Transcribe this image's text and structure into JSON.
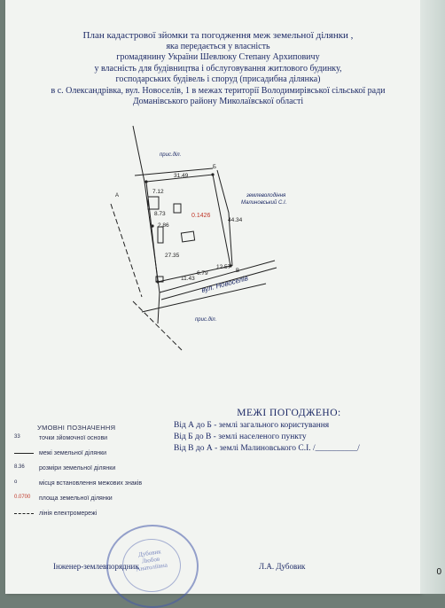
{
  "title_lines": [
    "План кадастрової зйомки та погодження меж земельної ділянки ,",
    "яка передається у власність",
    "громадянину України Шевлюку Степану Архиповичу",
    "у власність для будівництва і обслуговування житлового будинку,",
    "господарських будівель і споруд (присадибна ділянка)",
    "в с. Олександрівка, вул. Новоселів, 1 в межах території Володимирівської сільської ради",
    "Доманівського району Миколаївської області"
  ],
  "plan": {
    "top_neighbor": "прис.діл.",
    "right_neighbor_1": "землеволодіння",
    "right_neighbor_2": "Малиновський С.І.",
    "street": "вул. Новоселів",
    "bottom_neighbor": "прис.діл.",
    "area": "0.1426",
    "dims": [
      "31.49",
      "7.12",
      "8.73",
      "2.86",
      "27.35",
      "44.34",
      "11.43",
      "6.79",
      "12.57"
    ],
    "corners": [
      "А",
      "Б",
      "В"
    ]
  },
  "agreement": {
    "heading": "МЕЖІ ПОГОДЖЕНО:",
    "rows": [
      "Від А до Б - землі загального користування",
      "Від Б до В - землі населеного пункту",
      "Від В до А - землі Малиновського С.І.  /__________/"
    ]
  },
  "legend": {
    "heading": "УМОВНІ ПОЗНАЧЕННЯ",
    "items": [
      {
        "key": "33",
        "text": "точки зйомочної основи"
      },
      {
        "key": "",
        "text": "межі земельної ділянки"
      },
      {
        "key": "8.36",
        "text": "розміри земельної ділянки"
      },
      {
        "key": "",
        "text": "місця встановлення межових знаків"
      },
      {
        "key": "0.0700",
        "text": "площа земельної ділянки"
      },
      {
        "key": "",
        "text": "лінія електромережі"
      }
    ]
  },
  "signature": {
    "role": "Інженер-землевпорядник",
    "name": "Л.А. Дубовик"
  },
  "side_mark": "0",
  "colors": {
    "ink": "#1d2a66",
    "area": "#c0392b"
  }
}
